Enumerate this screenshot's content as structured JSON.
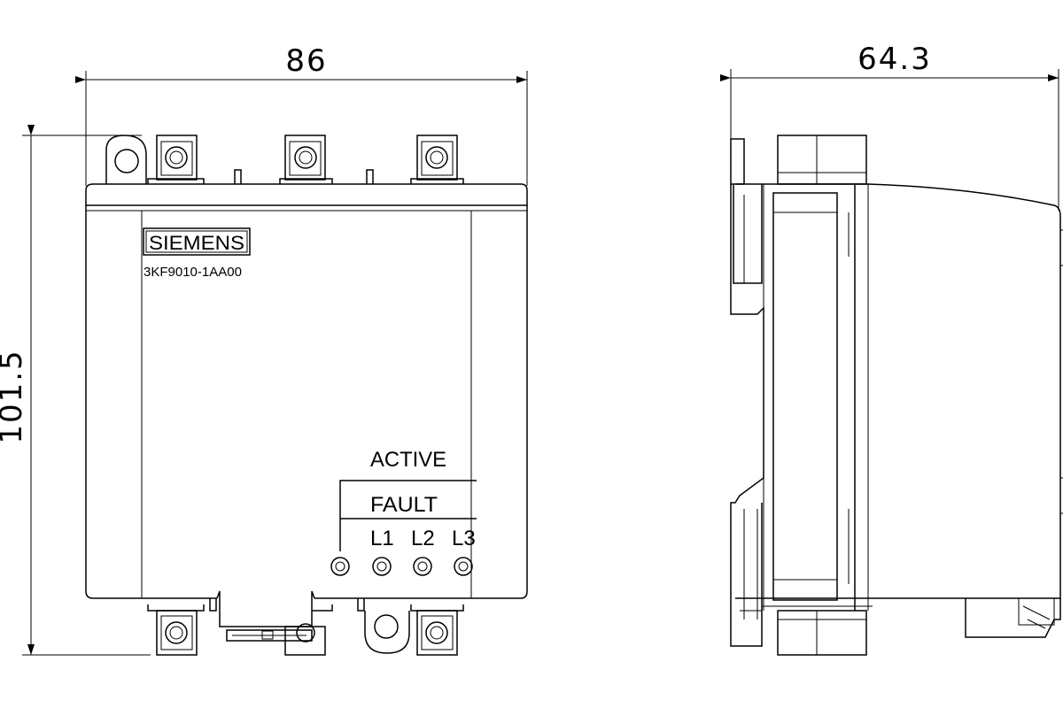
{
  "dimensions": {
    "front_width": "86",
    "side_width": "64.3",
    "height": "101.5"
  },
  "device": {
    "brand": "SIEMENS",
    "model": "3KF9010-1AA00"
  },
  "indicators": {
    "active": "ACTIVE",
    "fault": "FAULT",
    "leds": [
      "L1",
      "L2",
      "L3"
    ]
  }
}
